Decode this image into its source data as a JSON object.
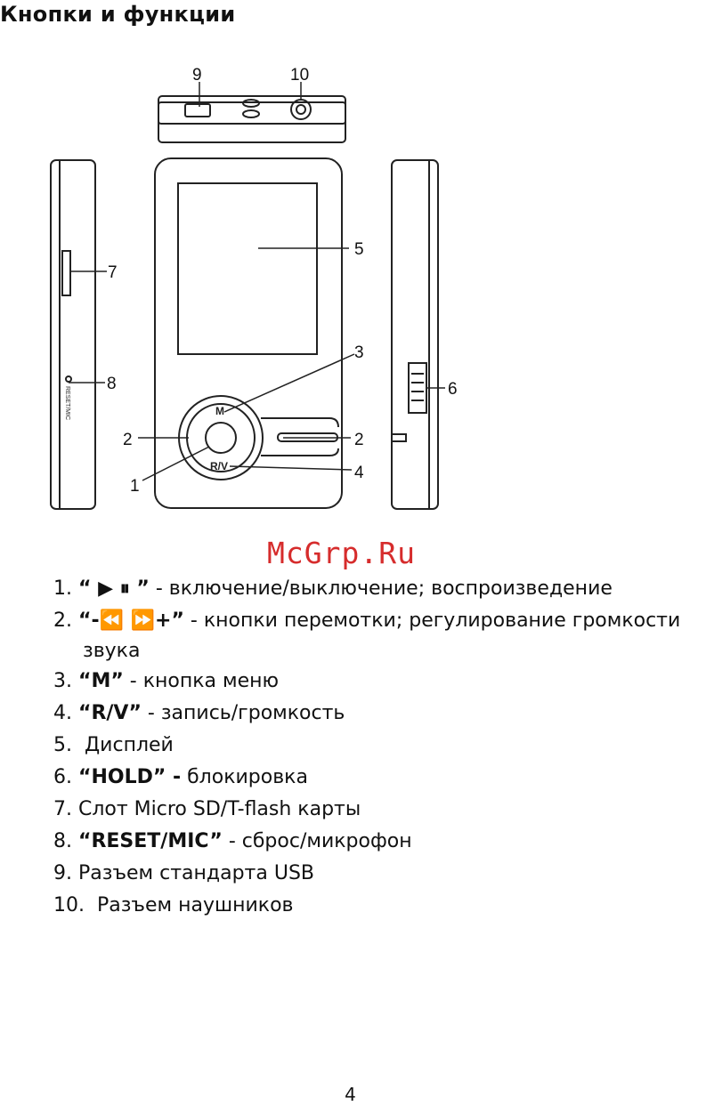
{
  "header": {
    "title": "Кнопки и функции"
  },
  "diagram": {
    "callouts": [
      "1",
      "2",
      "2",
      "3",
      "4",
      "5",
      "6",
      "7",
      "8",
      "9",
      "10"
    ],
    "device_labels": {
      "menu": "M",
      "rec_vol": "R/V",
      "reset_mic": "RESET/MIC"
    }
  },
  "watermark": "McGrp.Ru",
  "items": [
    {
      "num": "1.",
      "key": "“ ▶ ⏸ ”",
      "text": " - включение/выключение; воспроизведение"
    },
    {
      "num": "2.",
      "key": "“-⏪ ⏩+”",
      "text": " - кнопки перемотки; регулирование громкости",
      "cont": "звука"
    },
    {
      "num": "3.",
      "key": "“M”",
      "text": " - кнопка меню"
    },
    {
      "num": "4.",
      "key": "“R/V”",
      "text": " - запись/громкость"
    },
    {
      "num": "5.",
      "key": "",
      "text": "  Дисплей"
    },
    {
      "num": "6.",
      "key": "“HOLD” -",
      "text": " блокировка"
    },
    {
      "num": "7.",
      "key": "",
      "text": " Слот Micro SD/T-flash карты"
    },
    {
      "num": "8.",
      "key": "“RESET/MIC”",
      "text": " - сброс/микрофон"
    },
    {
      "num": "9.",
      "key": "",
      "text": "Разъем стандарта USB"
    },
    {
      "num": "10.",
      "key": "",
      "text": "  Разъем наушников"
    }
  ],
  "footer": {
    "page": "4"
  }
}
